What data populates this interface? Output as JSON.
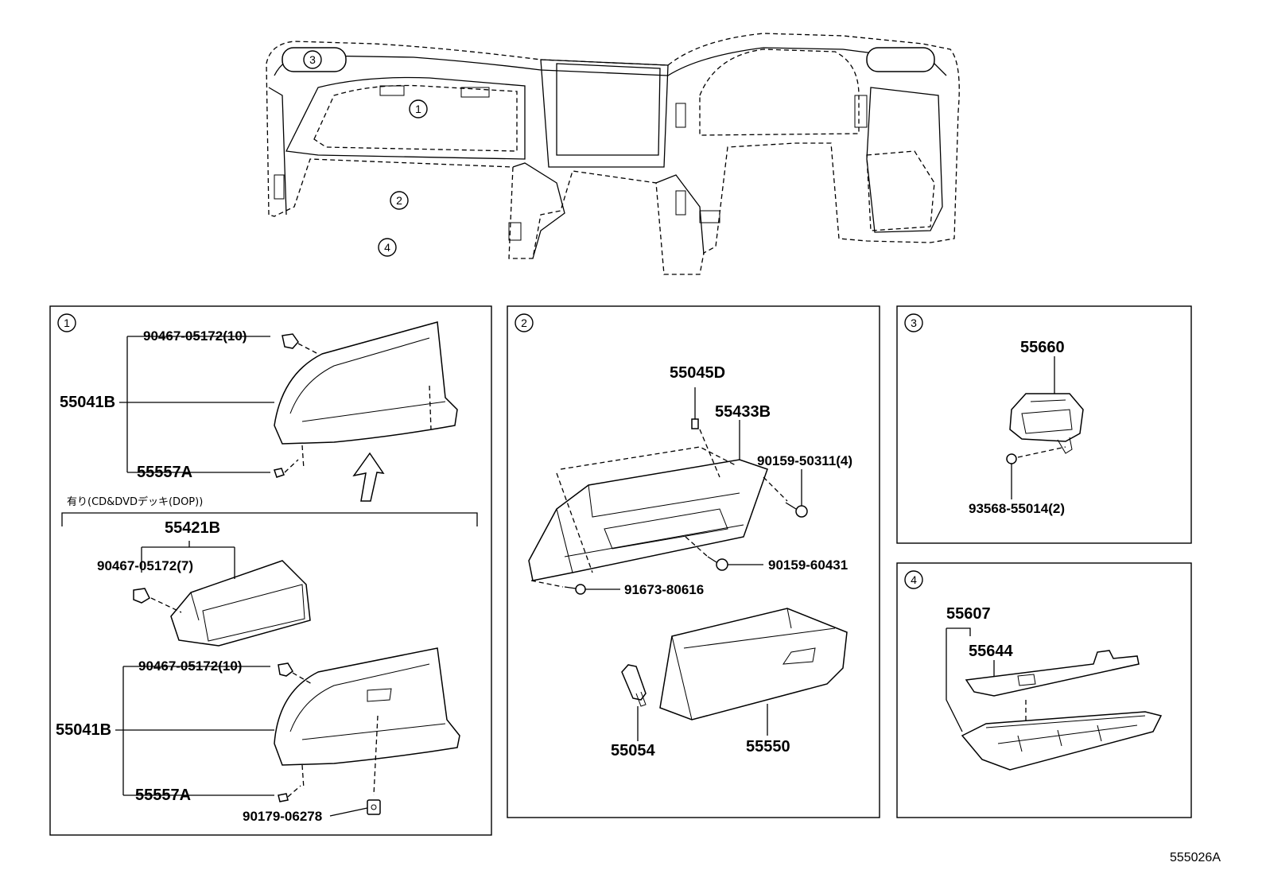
{
  "overview": {
    "callouts": [
      "1",
      "2",
      "3",
      "4"
    ]
  },
  "panel1": {
    "number": "1",
    "note": "有り(CD&DVDデッキ(DOP))",
    "upper": {
      "clip": "90467-05172(10)",
      "main": "55041B",
      "lower_clip": "55557A"
    },
    "deck": {
      "part": "55421B",
      "clip": "90467-05172(7)"
    },
    "lower": {
      "clip": "90467-05172(10)",
      "main": "55041B",
      "lower_clip": "55557A",
      "nut": "90179-06278"
    }
  },
  "panel2": {
    "number": "2",
    "pin": "55045D",
    "frame": "55433B",
    "screw1": "90159-50311(4)",
    "screw2": "90159-60431",
    "screw3": "91673-80616",
    "damper": "55054",
    "box": "55550"
  },
  "panel3": {
    "number": "3",
    "vent": "55660",
    "clip": "93568-55014(2)"
  },
  "panel4": {
    "number": "4",
    "assy": "55607",
    "pad": "55644"
  },
  "figure_code": "555026A"
}
